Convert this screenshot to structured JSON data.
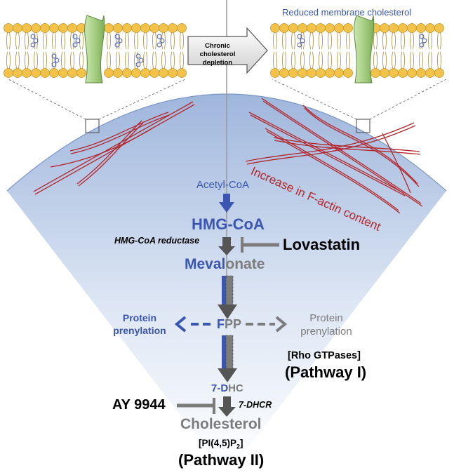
{
  "top": {
    "arrow_label": "Chronic cholesterol depletion",
    "right_caption": "Reduced membrane cholesterol"
  },
  "factin": {
    "label": "Increase in F-actin content"
  },
  "pathway": {
    "acetyl_coa": "Acetyl-CoA",
    "hmg_coa": "HMG-CoA",
    "hmg_coa_reductase": "HMG-CoA reductase",
    "lovastatin": "Lovastatin",
    "mevalonate_blue": "Meval",
    "mevalonate_grey": "onate",
    "fpp_blue": "F",
    "fpp_grey": "PP",
    "prenylation_left": [
      "Protein",
      "prenylation"
    ],
    "prenylation_right": [
      "Protein",
      "prenylation"
    ],
    "rho_gtpases": "[Rho GTPases]",
    "pathway_1": "(Pathway I)",
    "dhc_blue": "7-D",
    "dhc_grey": "HC",
    "dhcr": "7-DHCR",
    "ay9944": "AY 9944",
    "cholesterol": "Cholesterol",
    "pip2_main": "[PI(4,5)P",
    "pip2_sub": "2",
    "pip2_close": "]",
    "pathway_2": "(Pathway II)"
  },
  "colors": {
    "blue": "#3a56b0",
    "grey": "#7c7c7c",
    "actin_red": "#b3262a",
    "lipid_head": "#f2c24a",
    "channel_green": "#a6cf83"
  }
}
